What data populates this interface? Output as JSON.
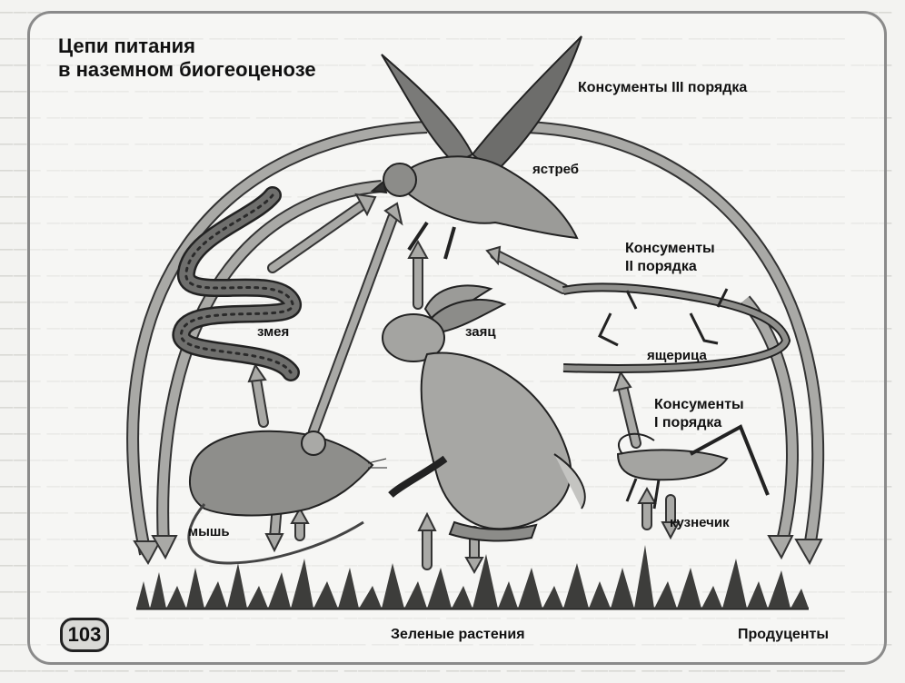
{
  "title_lines": [
    "Цепи питания",
    "в наземном биогеоценозе"
  ],
  "consumers_3": "Консументы III порядка",
  "consumers_2_lines": [
    "Консументы",
    "II порядка"
  ],
  "consumers_1_lines": [
    "Консументы",
    "I порядка"
  ],
  "animals": {
    "hawk": "ястреб",
    "snake": "змея",
    "hare": "заяц",
    "lizard": "ящерица",
    "grasshopper": "кузнечик",
    "mouse": "мышь"
  },
  "plants": "Зеленые растения",
  "producers": "Продуценты",
  "page_number": "103"
}
